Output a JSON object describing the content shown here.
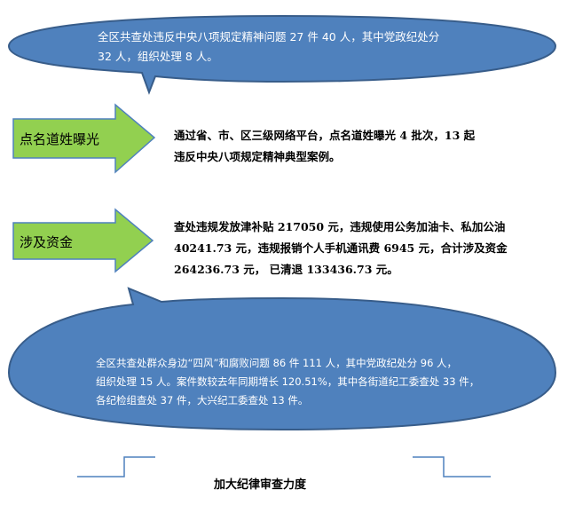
{
  "top_callout": {
    "line1": "全区共查处违反中央八项规定精神问题 27 件 40 人，其中党政纪处分",
    "line2": "32 人，组织处理 8 人。"
  },
  "items": [
    {
      "label": "点名道姓曝光",
      "text_line1": "通过省、市、区三级网络平台，点名道姓曝光 4 批次，13 起",
      "text_line2": "违反中央八项规定精神典型案例。"
    },
    {
      "label": "涉及资金",
      "text_line1": "查处违规发放津补贴 217050 元，违规使用公务加油卡、私加公油",
      "text_line2": "40241.73 元，违规报销个人手机通讯费 6945 元，合计涉及资金",
      "text_line3": "264236.73 元，  已清退 133436.73 元。"
    }
  ],
  "bottom_callout": {
    "line1": "全区共查处群众身边“四风”和腐败问题 86 件 111 人，其中党政纪处分 96 人，",
    "line2": "组织处理 15 人。案件数较去年同期增长 120.51%，其中各街道纪工委查处 33 件，",
    "line3": "各纪检组查处 37 件，大兴纪工委查处 13 件。"
  },
  "caption": "加大纪律审查力度",
  "colors": {
    "callout_fill": "#4f81bd",
    "callout_stroke": "#385d8a",
    "arrow_fill": "#92d050",
    "arrow_stroke": "#4f81bd",
    "bracket": "#4f81bd"
  }
}
